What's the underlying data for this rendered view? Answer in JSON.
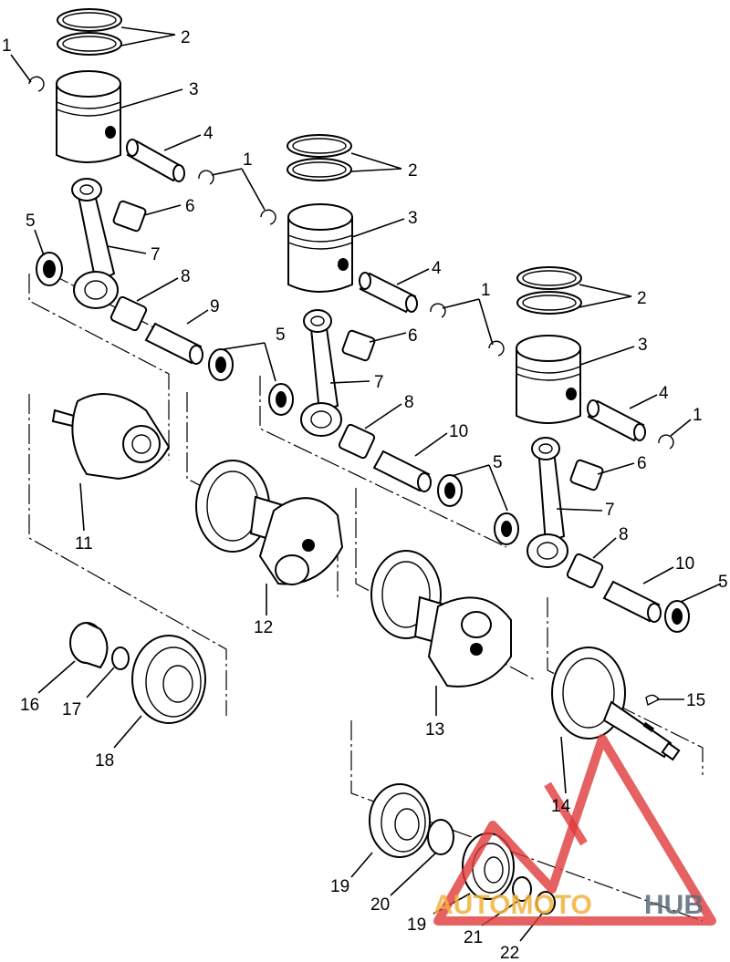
{
  "callouts": [
    {
      "id": "c1",
      "text": "2"
    },
    {
      "id": "c2",
      "text": "1"
    },
    {
      "id": "c3",
      "text": "3"
    },
    {
      "id": "c4",
      "text": "4"
    },
    {
      "id": "c5",
      "text": "2"
    },
    {
      "id": "c6",
      "text": "1"
    },
    {
      "id": "c7",
      "text": "6"
    },
    {
      "id": "c8",
      "text": "5"
    },
    {
      "id": "c9",
      "text": "3"
    },
    {
      "id": "c10",
      "text": "7"
    },
    {
      "id": "c11",
      "text": "4"
    },
    {
      "id": "c12",
      "text": "8"
    },
    {
      "id": "c13",
      "text": "1"
    },
    {
      "id": "c14",
      "text": "2"
    },
    {
      "id": "c15",
      "text": "9"
    },
    {
      "id": "c16",
      "text": "5"
    },
    {
      "id": "c17",
      "text": "6"
    },
    {
      "id": "c18",
      "text": "3"
    },
    {
      "id": "c19",
      "text": "7"
    },
    {
      "id": "c20",
      "text": "4"
    },
    {
      "id": "c21",
      "text": "8"
    },
    {
      "id": "c22",
      "text": "1"
    },
    {
      "id": "c23",
      "text": "10"
    },
    {
      "id": "c24",
      "text": "5"
    },
    {
      "id": "c25",
      "text": "6"
    },
    {
      "id": "c26",
      "text": "7"
    },
    {
      "id": "c27",
      "text": "11"
    },
    {
      "id": "c28",
      "text": "8"
    },
    {
      "id": "c29",
      "text": "10"
    },
    {
      "id": "c30",
      "text": "5"
    },
    {
      "id": "c31",
      "text": "12"
    },
    {
      "id": "c32",
      "text": "15"
    },
    {
      "id": "c33",
      "text": "16"
    },
    {
      "id": "c34",
      "text": "17"
    },
    {
      "id": "c35",
      "text": "18"
    },
    {
      "id": "c36",
      "text": "13"
    },
    {
      "id": "c37",
      "text": "14"
    },
    {
      "id": "c38",
      "text": "19"
    },
    {
      "id": "c39",
      "text": "20"
    },
    {
      "id": "c40",
      "text": "19"
    },
    {
      "id": "c41",
      "text": "21"
    },
    {
      "id": "c42",
      "text": "22"
    }
  ],
  "watermark": {
    "part1": "AUTOMOTO",
    "part2": "HUB",
    "colors": {
      "red": "#e03a3a",
      "orange": "#f2b23c",
      "gray": "#5b6b77"
    }
  }
}
